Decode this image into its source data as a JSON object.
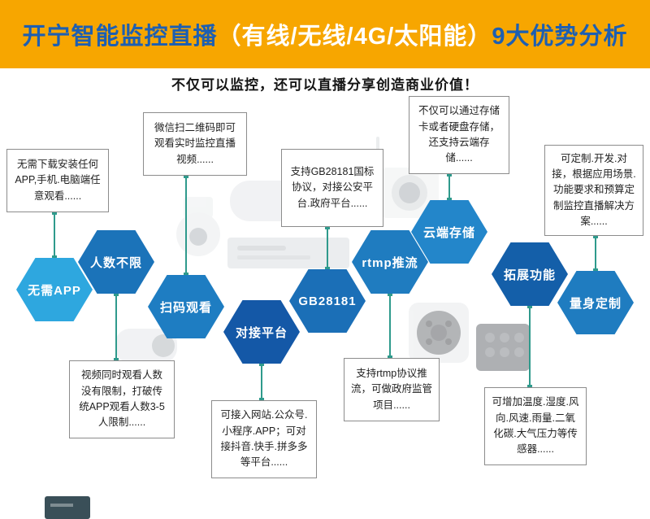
{
  "header": {
    "title_part1": "开宁智能监控直播",
    "title_part2": "（有线/无线/4G/太阳能）",
    "title_part3": "9大优势分析"
  },
  "subtitle": "不仅可以监控，还可以直播分享创造商业价值！",
  "advantages": [
    {
      "label": "无需APP",
      "color": "#2ea7df",
      "note": "无需下载安装任何APP,手机.电脑端任意观看......"
    },
    {
      "label": "人数不限",
      "color": "#1b73b9",
      "note": "视频同时观看人数没有限制，打破传统APP观看人数3-5人限制......"
    },
    {
      "label": "扫码观看",
      "color": "#1e7dc2",
      "note": "微信扫二维码即可观看实时监控直播视频......"
    },
    {
      "label": "对接平台",
      "color": "#1458a7",
      "note": "可接入网站.公众号.小程序.APP；可对接抖音.快手.拼多多等平台......"
    },
    {
      "label": "GB28181",
      "color": "#1b6fb7",
      "note": "支持GB28181国标协议，对接公安平台.政府平台......"
    },
    {
      "label": "rtmp推流",
      "color": "#1f7cc0",
      "note": "支持rtmp协议推流，可做政府监管项目......"
    },
    {
      "label": "云端存储",
      "color": "#2386ca",
      "note": "不仅可以通过存储卡或者硬盘存储，还支持云端存储......"
    },
    {
      "label": "拓展功能",
      "color": "#145fa9",
      "note": "可增加温度.湿度.风向.风速.雨量.二氧化碳.大气压力等传感器......"
    },
    {
      "label": "量身定制",
      "color": "#1f7cc0",
      "note": "可定制.开发.对接，根据应用场景.功能要求和预算定制监控直播解决方案......"
    }
  ],
  "colors": {
    "header_bg": "#f7a600",
    "title_blue": "#1d5fb2",
    "title_white": "#ffffff",
    "connector": "#2f9a8c",
    "box_border": "#8c8c8c",
    "box_text": "#1f1f1f"
  }
}
